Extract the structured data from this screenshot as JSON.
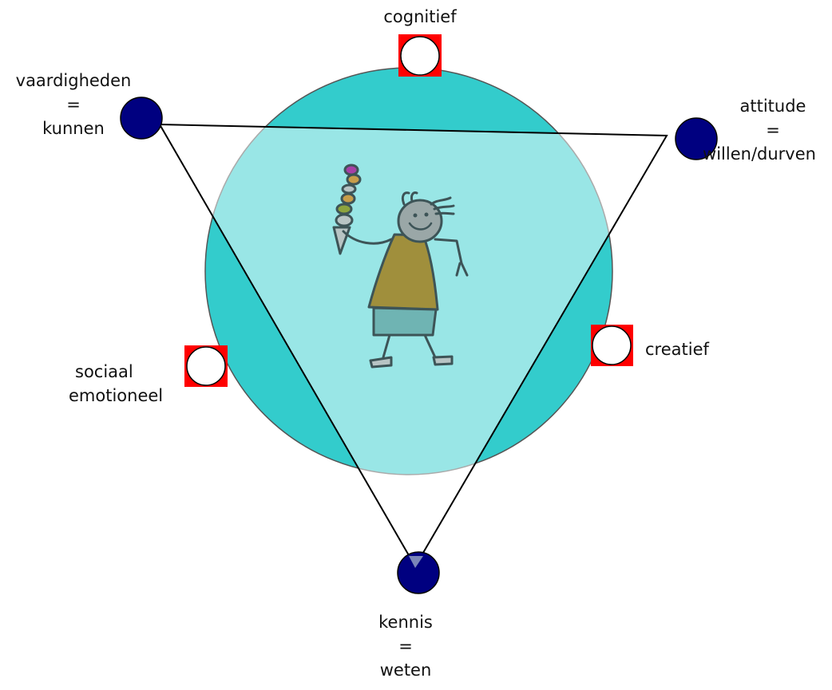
{
  "colors": {
    "circle_ring": "#33cccc",
    "triangle_fill": "#aee6e8",
    "node_dark": "#000080",
    "node_white": "#ffffff",
    "node_square": "#ff0000",
    "outline": "#000000"
  },
  "labels": {
    "cognitief": "cognitief",
    "vaardigheden": {
      "l1": "vaardigheden",
      "l2": "=",
      "l3": "kunnen"
    },
    "attitude": {
      "l1": "attitude",
      "l2": "=",
      "l3": "willen/durven"
    },
    "creatief": "creatief",
    "sociaal": {
      "l1": "sociaal",
      "l2": "emotioneel"
    },
    "kennis": {
      "l1": "kennis",
      "l2": "=",
      "l3": "weten"
    }
  },
  "icons": {
    "figure": "child-with-ice-cream-icon"
  }
}
